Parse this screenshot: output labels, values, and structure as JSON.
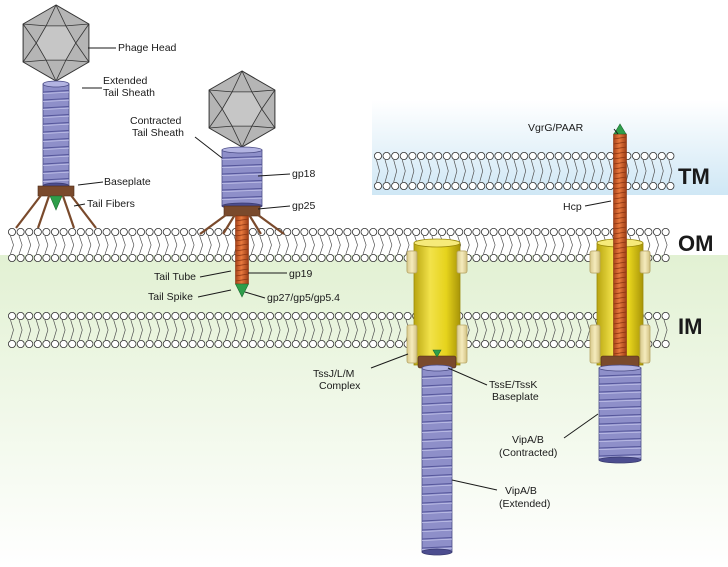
{
  "labels": {
    "phage_head": "Phage Head",
    "extended_tail_sheath_1": "Extended",
    "extended_tail_sheath_2": "Tail Sheath",
    "baseplate": "Baseplate",
    "tail_fibers": "Tail Fibers",
    "contracted_tail_sheath_1": "Contracted",
    "contracted_tail_sheath_2": "Tail Sheath",
    "gp18": "gp18",
    "gp25": "gp25",
    "tail_tube": "Tail Tube",
    "gp19": "gp19",
    "tail_spike": "Tail Spike",
    "gp27": "gp27/gp5/gp5.4",
    "vgrg": "VgrG/PAAR",
    "hcp": "Hcp",
    "tssjlm_1": "TssJ/L/M",
    "tssjlm_2": "Complex",
    "tssek_1": "TssE/TssK",
    "tssek_2": "Baseplate",
    "vipab_contracted_1": "VipA/B",
    "vipab_contracted_2": "(Contracted)",
    "vipab_extended_1": "VipA/B",
    "vipab_extended_2": "(Extended)"
  },
  "membranes": {
    "tm": "TM",
    "om": "OM",
    "im": "IM"
  },
  "colors": {
    "sheath": "#8e8fc9",
    "tube": "#d4632a",
    "head": "#b5b5b5",
    "yellow": "#e8d418",
    "cap": "#f0e2a4",
    "brown": "#7a4a2c",
    "spike": "#2e9e4a",
    "periplasm": "#e4f2d6",
    "target": "#cfe7f5"
  }
}
